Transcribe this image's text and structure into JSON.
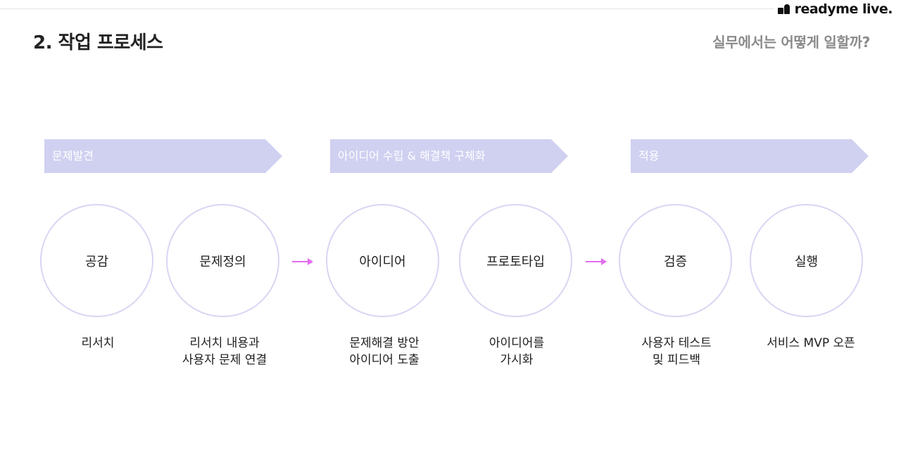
{
  "brand": {
    "logo_text": "readyme live."
  },
  "header": {
    "title": "2. 작업 프로세스",
    "subtitle": "실무에서는 어떻게 일할까?"
  },
  "phases": [
    {
      "label": "문제발견"
    },
    {
      "label": "아이디어 수립 & 해결책 구체화"
    },
    {
      "label": "적용"
    }
  ],
  "steps": [
    {
      "name": "공감",
      "desc": "리서치"
    },
    {
      "name": "문제정의",
      "desc": "리서치 내용과\n사용자 문제 연결"
    },
    {
      "name": "아이디어",
      "desc": "문제해결 방안\n아이디어 도출"
    },
    {
      "name": "프로토타입",
      "desc": "아이디어를\n가시화"
    },
    {
      "name": "검증",
      "desc": "사용자 테스트\n및 피드백"
    },
    {
      "name": "실행",
      "desc": "서비스 MVP 오픈"
    }
  ],
  "colors": {
    "phase_bar": "#d0d0f1",
    "circle_border": "#d8d6f3",
    "arrow": "#e36cf0",
    "subtitle": "#8a8a8a"
  }
}
